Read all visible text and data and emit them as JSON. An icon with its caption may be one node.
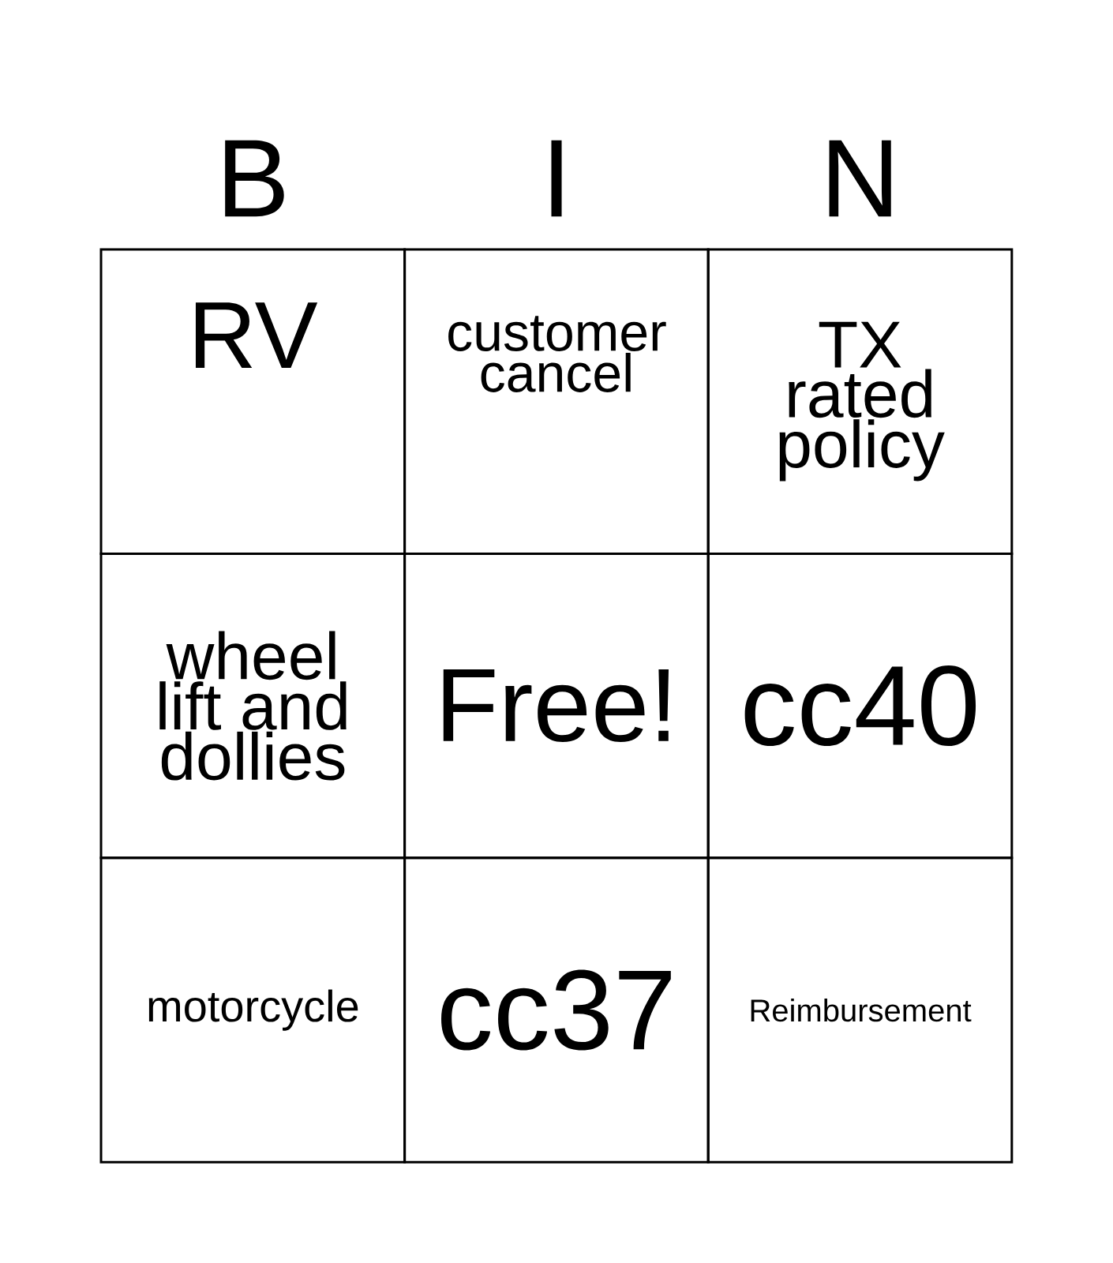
{
  "diagram": {
    "labels": [
      "B",
      "I",
      "N",
      "RV",
      "customer cancel",
      "TX rated policy",
      "wheel lift and dollies",
      "Free!",
      "cc40",
      "motorcycle",
      "cc37",
      "Reimbursement"
    ]
  }
}
